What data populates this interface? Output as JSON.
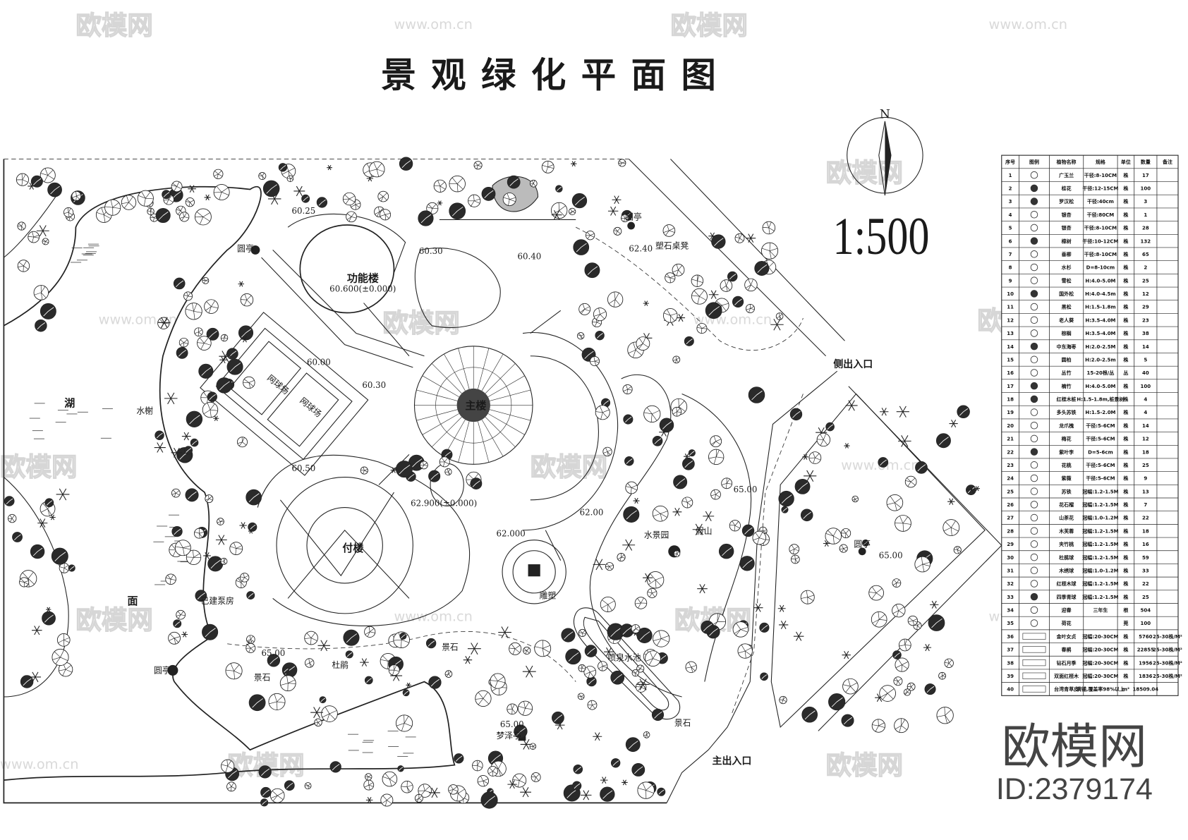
{
  "title": "景 观 绿 化 平 面 图",
  "north_label": "N",
  "scale": "1:500",
  "watermark": {
    "brand": "欧模网",
    "url": "www.om.cn"
  },
  "logo": {
    "text": "欧模网",
    "id": "ID:2379174"
  },
  "labels": {
    "function_building": "功能楼",
    "function_elev": "60.600(±0.000)",
    "main_building": "主楼",
    "main_elev": "62.900(±0.000)",
    "annex_building": "付楼",
    "tennis_1": "网球场",
    "tennis_2": "网球场",
    "lake_1": "湖",
    "lake_2": "面",
    "side_entrance": "侧出入口",
    "main_entrance": "主出入口",
    "water_pavilion": "水榭",
    "round_pavilion_1": "圆亭",
    "round_pavilion_2": "圆亭",
    "round_pavilion_3": "圆亭",
    "round_pavilion_4": "圆亭",
    "pump_house": "已建泵房",
    "rock_1": "景石",
    "rock_2": "景石",
    "rock_3": "景石",
    "azalea": "杜鹃",
    "fountain_pool": "喷泉水池",
    "pavilion_south": "梦泽亭",
    "sculpture": "雕塑",
    "rock_table": "塑石桌凳",
    "water_garden": "水景园",
    "rockery": "假山",
    "e1": "60.25",
    "e2": "60.30",
    "e3": "60.40",
    "e4": "62.40",
    "e5": "60.00",
    "e6": "60.30",
    "e7": "60.50",
    "e8": "62.000",
    "e9": "62.00",
    "e10": "65.00",
    "e11": "65.00",
    "e12": "65.00",
    "e13": "65.00"
  },
  "plant_table": {
    "headers": [
      "序号",
      "图例",
      "植物名称",
      "规格",
      "单位",
      "数量",
      "备注"
    ],
    "rows": [
      [
        "1",
        "",
        "广玉兰",
        "干径:8-10CM",
        "株",
        "17",
        ""
      ],
      [
        "2",
        "",
        "桂花",
        "干径:12-15CM",
        "株",
        "100",
        ""
      ],
      [
        "3",
        "",
        "罗汉松",
        "干径:40cm",
        "株",
        "3",
        ""
      ],
      [
        "4",
        "",
        "银杏",
        "干径:80CM",
        "株",
        "1",
        ""
      ],
      [
        "5",
        "",
        "银杏",
        "干径:8-10CM",
        "株",
        "28",
        ""
      ],
      [
        "6",
        "",
        "樟树",
        "干径:10-12CM",
        "株",
        "132",
        ""
      ],
      [
        "7",
        "",
        "垂柳",
        "干径:8-10CM",
        "株",
        "65",
        ""
      ],
      [
        "8",
        "",
        "水杉",
        "D=8-10cm",
        "株",
        "2",
        ""
      ],
      [
        "9",
        "",
        "雪松",
        "H:4.0-5.0M",
        "株",
        "25",
        ""
      ],
      [
        "10",
        "",
        "国外松",
        "H:4.0-4.5m",
        "株",
        "12",
        ""
      ],
      [
        "11",
        "",
        "黑松",
        "H:1.5-1.8m",
        "株",
        "29",
        ""
      ],
      [
        "12",
        "",
        "老人葵",
        "H:3.5-4.0M",
        "株",
        "23",
        ""
      ],
      [
        "13",
        "",
        "棕榈",
        "H:3.5-4.0M",
        "株",
        "38",
        ""
      ],
      [
        "14",
        "",
        "中东海枣",
        "H:2.0-2.5M",
        "株",
        "14",
        ""
      ],
      [
        "15",
        "",
        "圆柏",
        "H:2.0-2.5m",
        "株",
        "5",
        ""
      ],
      [
        "16",
        "",
        "丛竹",
        "15-20根/丛",
        "丛",
        "40",
        ""
      ],
      [
        "17",
        "",
        "楠竹",
        "H:4.0-5.0M",
        "株",
        "100",
        ""
      ],
      [
        "18",
        "",
        "红桎木桩",
        "H:1.5-1.8m,桩景树",
        "株",
        "4",
        ""
      ],
      [
        "19",
        "",
        "多头苏铁",
        "H:1.5-2.0M",
        "株",
        "4",
        ""
      ],
      [
        "20",
        "",
        "龙爪槐",
        "干径:5-6CM",
        "株",
        "14",
        ""
      ],
      [
        "21",
        "",
        "梅花",
        "干径:5-6CM",
        "株",
        "12",
        ""
      ],
      [
        "22",
        "",
        "紫叶李",
        "D=5-6cm",
        "株",
        "18",
        ""
      ],
      [
        "23",
        "",
        "花桃",
        "干径:5-6CM",
        "株",
        "25",
        ""
      ],
      [
        "24",
        "",
        "紫薇",
        "干径:5-6CM",
        "株",
        "9",
        ""
      ],
      [
        "25",
        "",
        "苏铁",
        "冠幅:1.2-1.5M",
        "株",
        "13",
        ""
      ],
      [
        "26",
        "",
        "花石榴",
        "冠幅:1.2-1.5M",
        "株",
        "7",
        ""
      ],
      [
        "27",
        "",
        "山茶花",
        "冠幅:1.0-1.2M",
        "株",
        "22",
        ""
      ],
      [
        "28",
        "",
        "木芙蓉",
        "冠幅:1.2-1.5M",
        "株",
        "18",
        ""
      ],
      [
        "29",
        "",
        "夹竹桃",
        "冠幅:1.2-1.5M",
        "株",
        "16",
        ""
      ],
      [
        "30",
        "",
        "杜鹃球",
        "冠幅:1.2-1.5M",
        "株",
        "59",
        ""
      ],
      [
        "31",
        "",
        "木绣球",
        "冠幅:1.0-1.2M",
        "株",
        "33",
        ""
      ],
      [
        "32",
        "",
        "红桎木球",
        "冠幅:1.2-1.5M",
        "株",
        "22",
        ""
      ],
      [
        "33",
        "",
        "四季青球",
        "冠幅:1.2-1.5M",
        "株",
        "25",
        ""
      ],
      [
        "34",
        "",
        "迎春",
        "三年生",
        "根",
        "504",
        ""
      ],
      [
        "35",
        "",
        "荷花",
        "",
        "蔸",
        "100",
        ""
      ],
      [
        "36",
        "",
        "金叶女贞",
        "冠幅:20-30CM",
        "株",
        "5760",
        "25-30株/M²"
      ],
      [
        "37",
        "",
        "春鹃",
        "冠幅:20-30CM",
        "株",
        "22855",
        "25-30株/M²"
      ],
      [
        "38",
        "",
        "钻石月季",
        "冠幅:20-30CM",
        "株",
        "1956",
        "25-30株/M²"
      ],
      [
        "39",
        "",
        "双面红桎木",
        "冠幅:20-30CM",
        "株",
        "1836",
        "25-30株/M²"
      ],
      [
        "40",
        "",
        "台湾青草皮",
        "满铺,覆盖率98%以上",
        "m²",
        "18509.04",
        ""
      ]
    ]
  }
}
